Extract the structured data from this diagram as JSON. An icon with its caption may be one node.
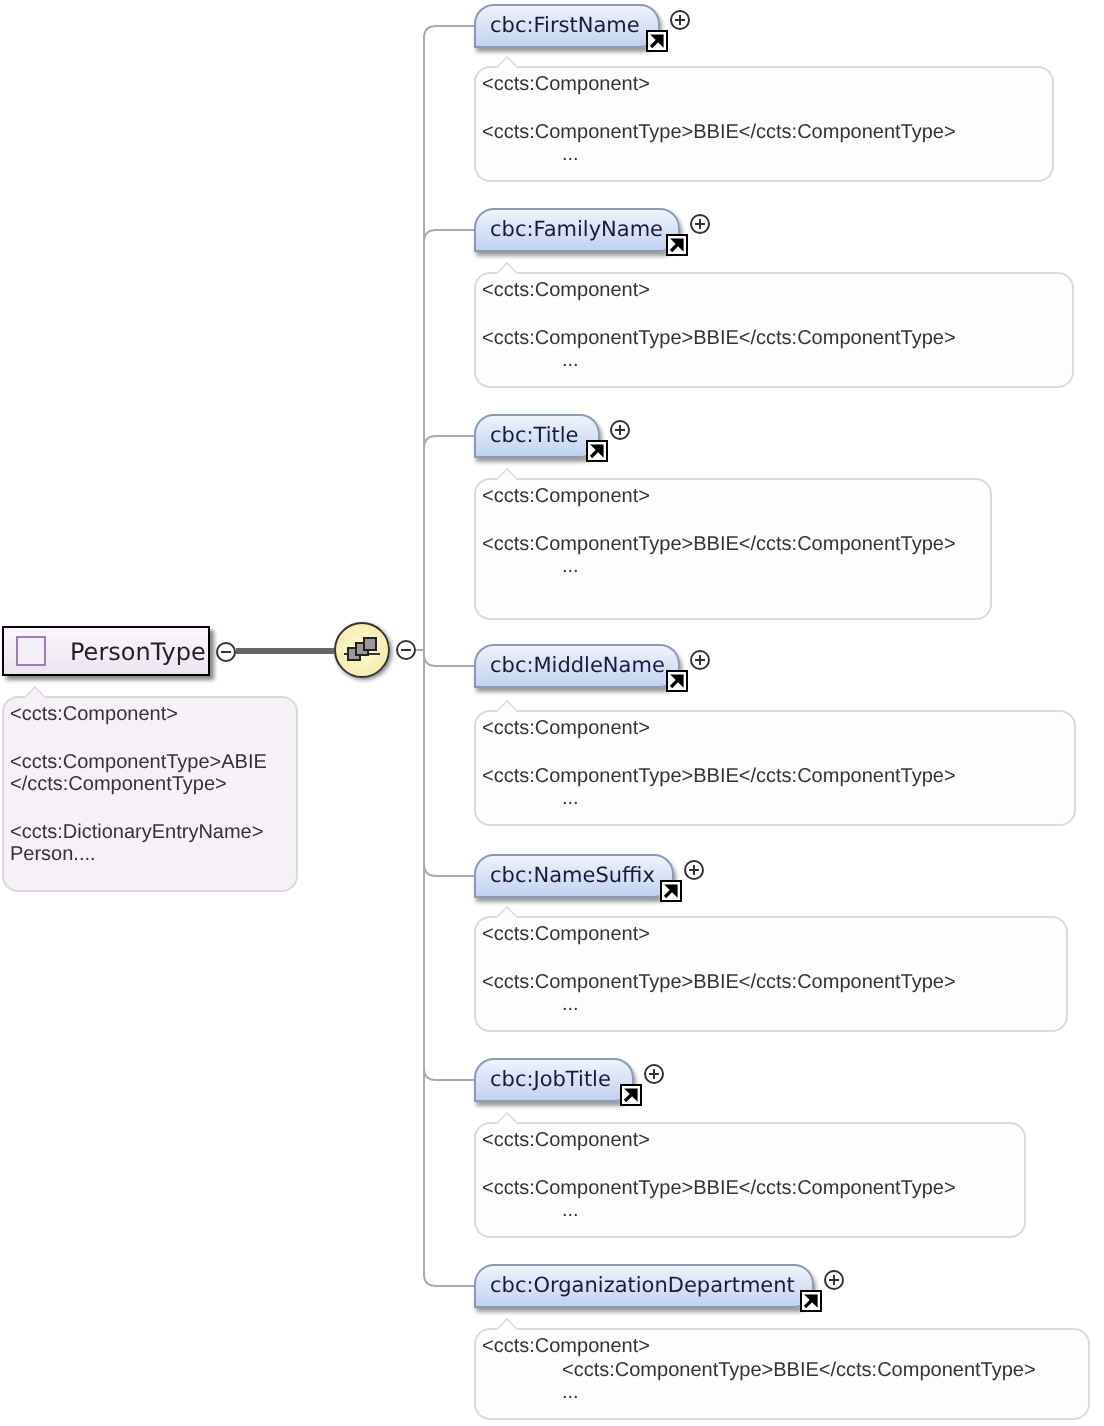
{
  "diagram": {
    "nodes": [
      {
        "text": [
          "PersonType"
        ]
      },
      {
        "text": [
          "<ccts:Component>",
          "<ccts:ComponentType>ABIE </ccts:ComponentType>",
          "<ccts:DictionaryEntryName> Person...."
        ]
      },
      {
        "text": [],
        "shape": "circle"
      },
      {
        "text": [
          "cbc:FirstName"
        ]
      },
      {
        "text": [
          "<ccts:Component>",
          "<ccts:ComponentType>BBIE</ccts:ComponentType>",
          "..."
        ]
      },
      {
        "text": [
          "cbc:FamilyName"
        ]
      },
      {
        "text": [
          "<ccts:Component>",
          "<ccts:ComponentType>BBIE</ccts:ComponentType>",
          "..."
        ]
      },
      {
        "text": [
          "cbc:Title"
        ]
      },
      {
        "text": [
          "<ccts:Component>",
          "<ccts:ComponentType>BBIE</ccts:ComponentType>",
          "..."
        ]
      },
      {
        "text": [
          "cbc:MiddleName"
        ]
      },
      {
        "text": [
          "<ccts:Component>",
          "<ccts:ComponentType>BBIE</ccts:ComponentType>",
          "..."
        ]
      },
      {
        "text": [
          "cbc:NameSuffix"
        ]
      },
      {
        "text": [
          "<ccts:Component>",
          "<ccts:ComponentType>BBIE</ccts:ComponentType>",
          "..."
        ]
      },
      {
        "text": [
          "cbc:JobTitle"
        ]
      },
      {
        "text": [
          "<ccts:Component>",
          "<ccts:ComponentType>BBIE</ccts:ComponentType>",
          "..."
        ]
      },
      {
        "text": [
          "cbc:OrganizationDepartment"
        ]
      },
      {
        "text": [
          "<ccts:Component>",
          "<ccts:ComponentType>BBIE</ccts:ComponentType>",
          "..."
        ]
      }
    ],
    "edges": [
      {
        "from": 0,
        "to": 2,
        "arrow": "none",
        "style": "thick"
      },
      {
        "from": 2,
        "to": 3,
        "arrow": "none"
      },
      {
        "from": 2,
        "to": 5,
        "arrow": "none"
      },
      {
        "from": 2,
        "to": 7,
        "arrow": "none"
      },
      {
        "from": 2,
        "to": 9,
        "arrow": "none"
      },
      {
        "from": 2,
        "to": 11,
        "arrow": "none"
      },
      {
        "from": 2,
        "to": 13,
        "arrow": "none"
      },
      {
        "from": 2,
        "to": 15,
        "arrow": "none"
      }
    ]
  }
}
